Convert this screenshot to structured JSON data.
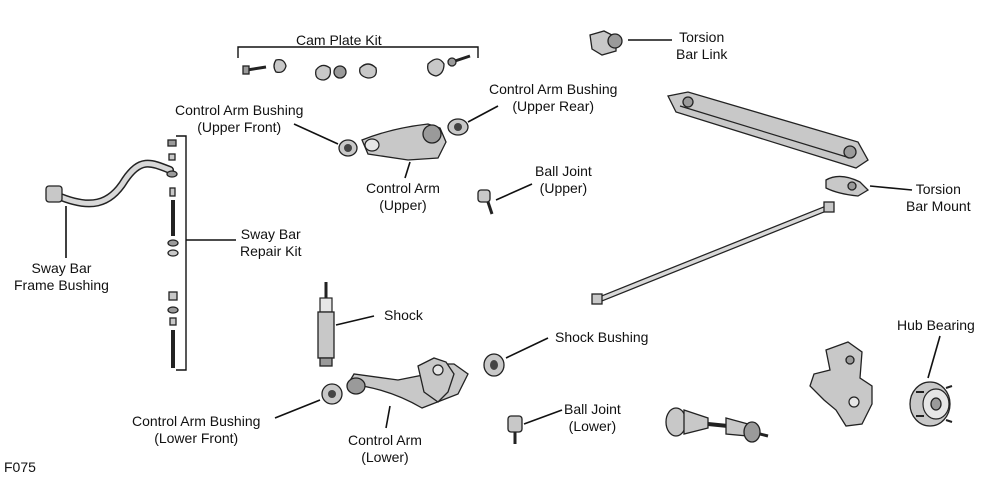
{
  "figure_code": "F075",
  "labels": {
    "cam_plate_kit": "Cam Plate Kit",
    "torsion_bar_link": [
      "Torsion",
      "Bar Link"
    ],
    "ca_bushing_upper_front": [
      "Control Arm Bushing",
      "(Upper Front)"
    ],
    "ca_bushing_upper_rear": [
      "Control Arm Bushing",
      "(Upper Rear)"
    ],
    "control_arm_upper": [
      "Control Arm",
      "(Upper)"
    ],
    "ball_joint_upper": [
      "Ball Joint",
      "(Upper)"
    ],
    "torsion_bar_mount": [
      "Torsion",
      "Bar Mount"
    ],
    "sway_bar_frame_bushing": [
      "Sway Bar",
      "Frame Bushing"
    ],
    "sway_bar_repair_kit": [
      "Sway Bar",
      "Repair Kit"
    ],
    "shock": "Shock",
    "shock_bushing": "Shock Bushing",
    "hub_bearing": "Hub Bearing",
    "ca_bushing_lower_front": [
      "Control Arm Bushing",
      "(Lower Front)"
    ],
    "control_arm_lower": [
      "Control Arm",
      "(Lower)"
    ],
    "ball_joint_lower": [
      "Ball Joint",
      "(Lower)"
    ]
  }
}
